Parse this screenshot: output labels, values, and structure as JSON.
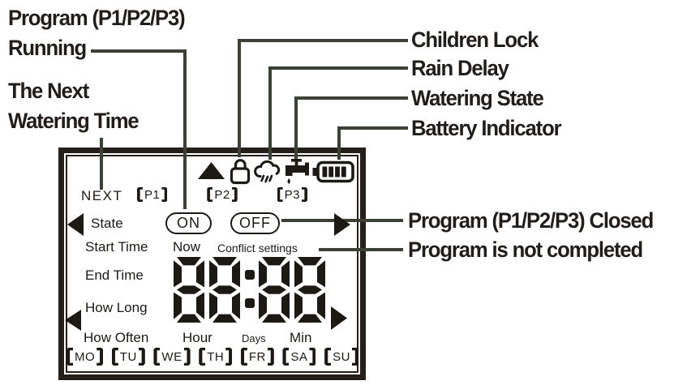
{
  "colors": {
    "leader_line": "#3b4134",
    "ink": "#1d1a16",
    "panel_border": "#241f1b"
  },
  "callouts": {
    "program_running": "Program (P1/P2/P3)\nRunning",
    "next_watering": "The Next\nWatering Time",
    "children_lock": "Children Lock",
    "rain_delay": "Rain Delay",
    "watering_state": "Watering State",
    "battery_indicator": "Battery Indicator",
    "program_closed": "Program (P1/P2/P3) Closed",
    "program_incomplete": "Program is not completed"
  },
  "display": {
    "icons": [
      "up-arrow-icon",
      "children-lock-icon",
      "rain-delay-icon",
      "watering-state-icon",
      "battery-icon"
    ],
    "battery_bars": 4,
    "next": "NEXT",
    "programs": [
      "P1",
      "P2",
      "P3"
    ],
    "state_label": "State",
    "on": "ON",
    "off": "OFF",
    "start_time": "Start Time",
    "now": "Now",
    "conflict": "Conflict settings",
    "end_time": "End Time",
    "how_long": "How Long",
    "time_value": "88:88",
    "how_often": "How Often",
    "hour": "Hour",
    "days_unit": "Days",
    "min": "Min",
    "weekdays": [
      "MO",
      "TU",
      "WE",
      "TH",
      "FR",
      "SA",
      "SU"
    ]
  }
}
